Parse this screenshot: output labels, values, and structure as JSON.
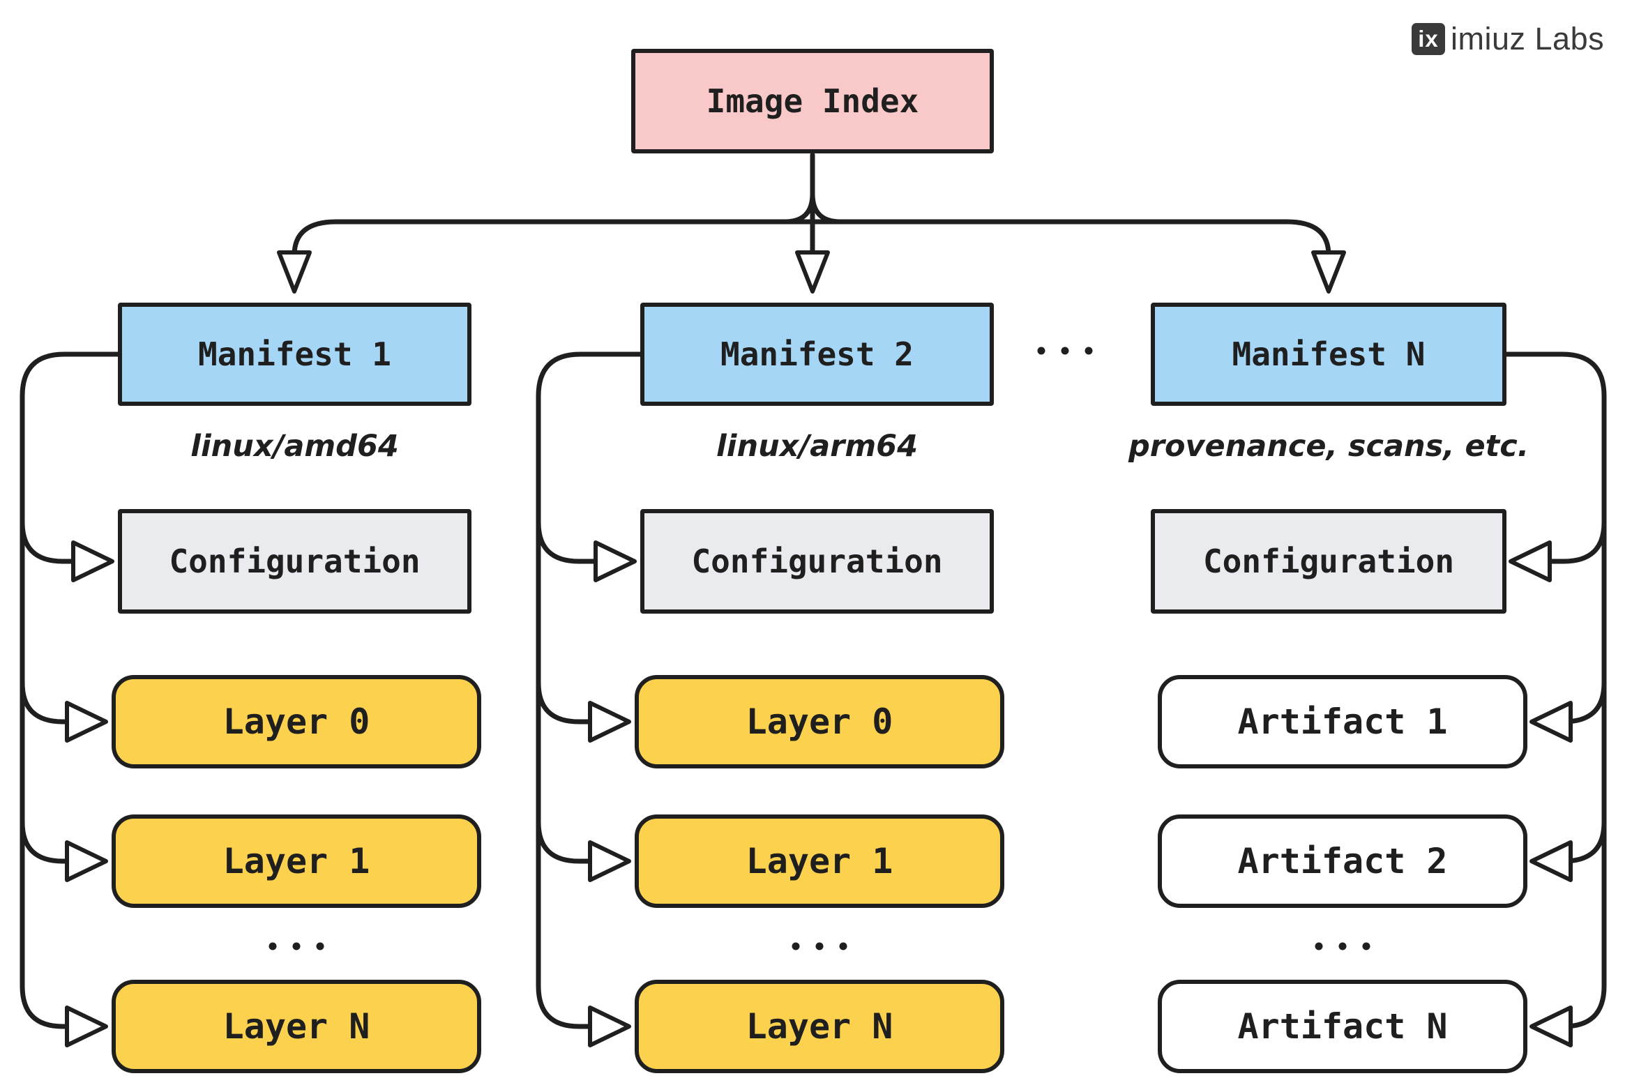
{
  "logo": {
    "badge": "ix",
    "text": "imiuz Labs"
  },
  "root": {
    "label": "Image Index"
  },
  "columns": [
    {
      "manifest": "Manifest 1",
      "caption": "linux/amd64",
      "config": "Configuration",
      "items": [
        "Layer 0",
        "Layer 1",
        "Layer N"
      ]
    },
    {
      "manifest": "Manifest 2",
      "caption": "linux/arm64",
      "config": "Configuration",
      "items": [
        "Layer 0",
        "Layer 1",
        "Layer N"
      ]
    },
    {
      "manifest": "Manifest N",
      "caption": "provenance, scans, etc.",
      "config": "Configuration",
      "items": [
        "Artifact 1",
        "Artifact 2",
        "Artifact N"
      ]
    }
  ],
  "colors": {
    "node_pink": "#f9c8c9",
    "node_blue": "#a5d6f6",
    "node_gray": "#e9ebee",
    "node_yellow": "#fbd14e",
    "node_white": "#ffffff",
    "line": "#1f1f1f",
    "text": "#1f1f1f",
    "logo": "#3a3a3a"
  }
}
